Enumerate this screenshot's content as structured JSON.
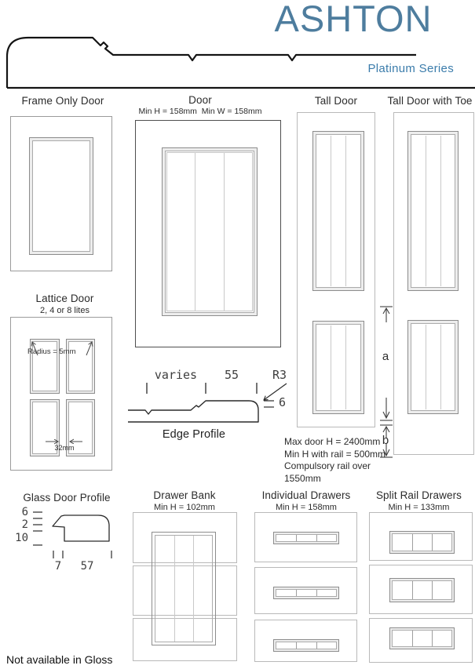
{
  "brand": {
    "title": "ASHTON",
    "series": "Platinum Series",
    "accent_color": "#4e7d9e",
    "series_color": "#3b7cab"
  },
  "sections": {
    "frame_only_door": {
      "title": "Frame Only Door"
    },
    "door": {
      "title": "Door",
      "spec": "Min H = 158mm  Min W = 158mm"
    },
    "tall_door": {
      "title": "Tall Door"
    },
    "tall_door_with_toe": {
      "title": "Tall Door with Toe"
    },
    "tall_door_dims": {
      "a": "a",
      "b": "b",
      "notes": [
        "Max door H = 2400mm",
        "Min H with rail = 500mm",
        "Compulsory rail over",
        "1550mm"
      ]
    },
    "lattice_door": {
      "title": "Lattice Door",
      "subtitle": "2, 4 or 8 lites",
      "radius_label": "Radius = 5mm",
      "gap_label": "32mm"
    },
    "edge_profile": {
      "title": "Edge Profile",
      "labels": {
        "varies": "varies",
        "width": "55",
        "radius": "R3",
        "thickness": "6"
      }
    },
    "glass_door_profile": {
      "title": "Glass Door Profile",
      "left_dims": [
        "6",
        "2",
        "10"
      ],
      "bottom_dims": [
        "7",
        "57"
      ]
    },
    "drawer_bank": {
      "title": "Drawer Bank",
      "spec": "Min H = 102mm"
    },
    "individual_drawers": {
      "title": "Individual Drawers",
      "spec": "Min H = 158mm"
    },
    "split_rail_drawers": {
      "title": "Split Rail Drawers",
      "spec": "Min H = 133mm"
    }
  },
  "footer": {
    "note": "Not available in Gloss"
  }
}
